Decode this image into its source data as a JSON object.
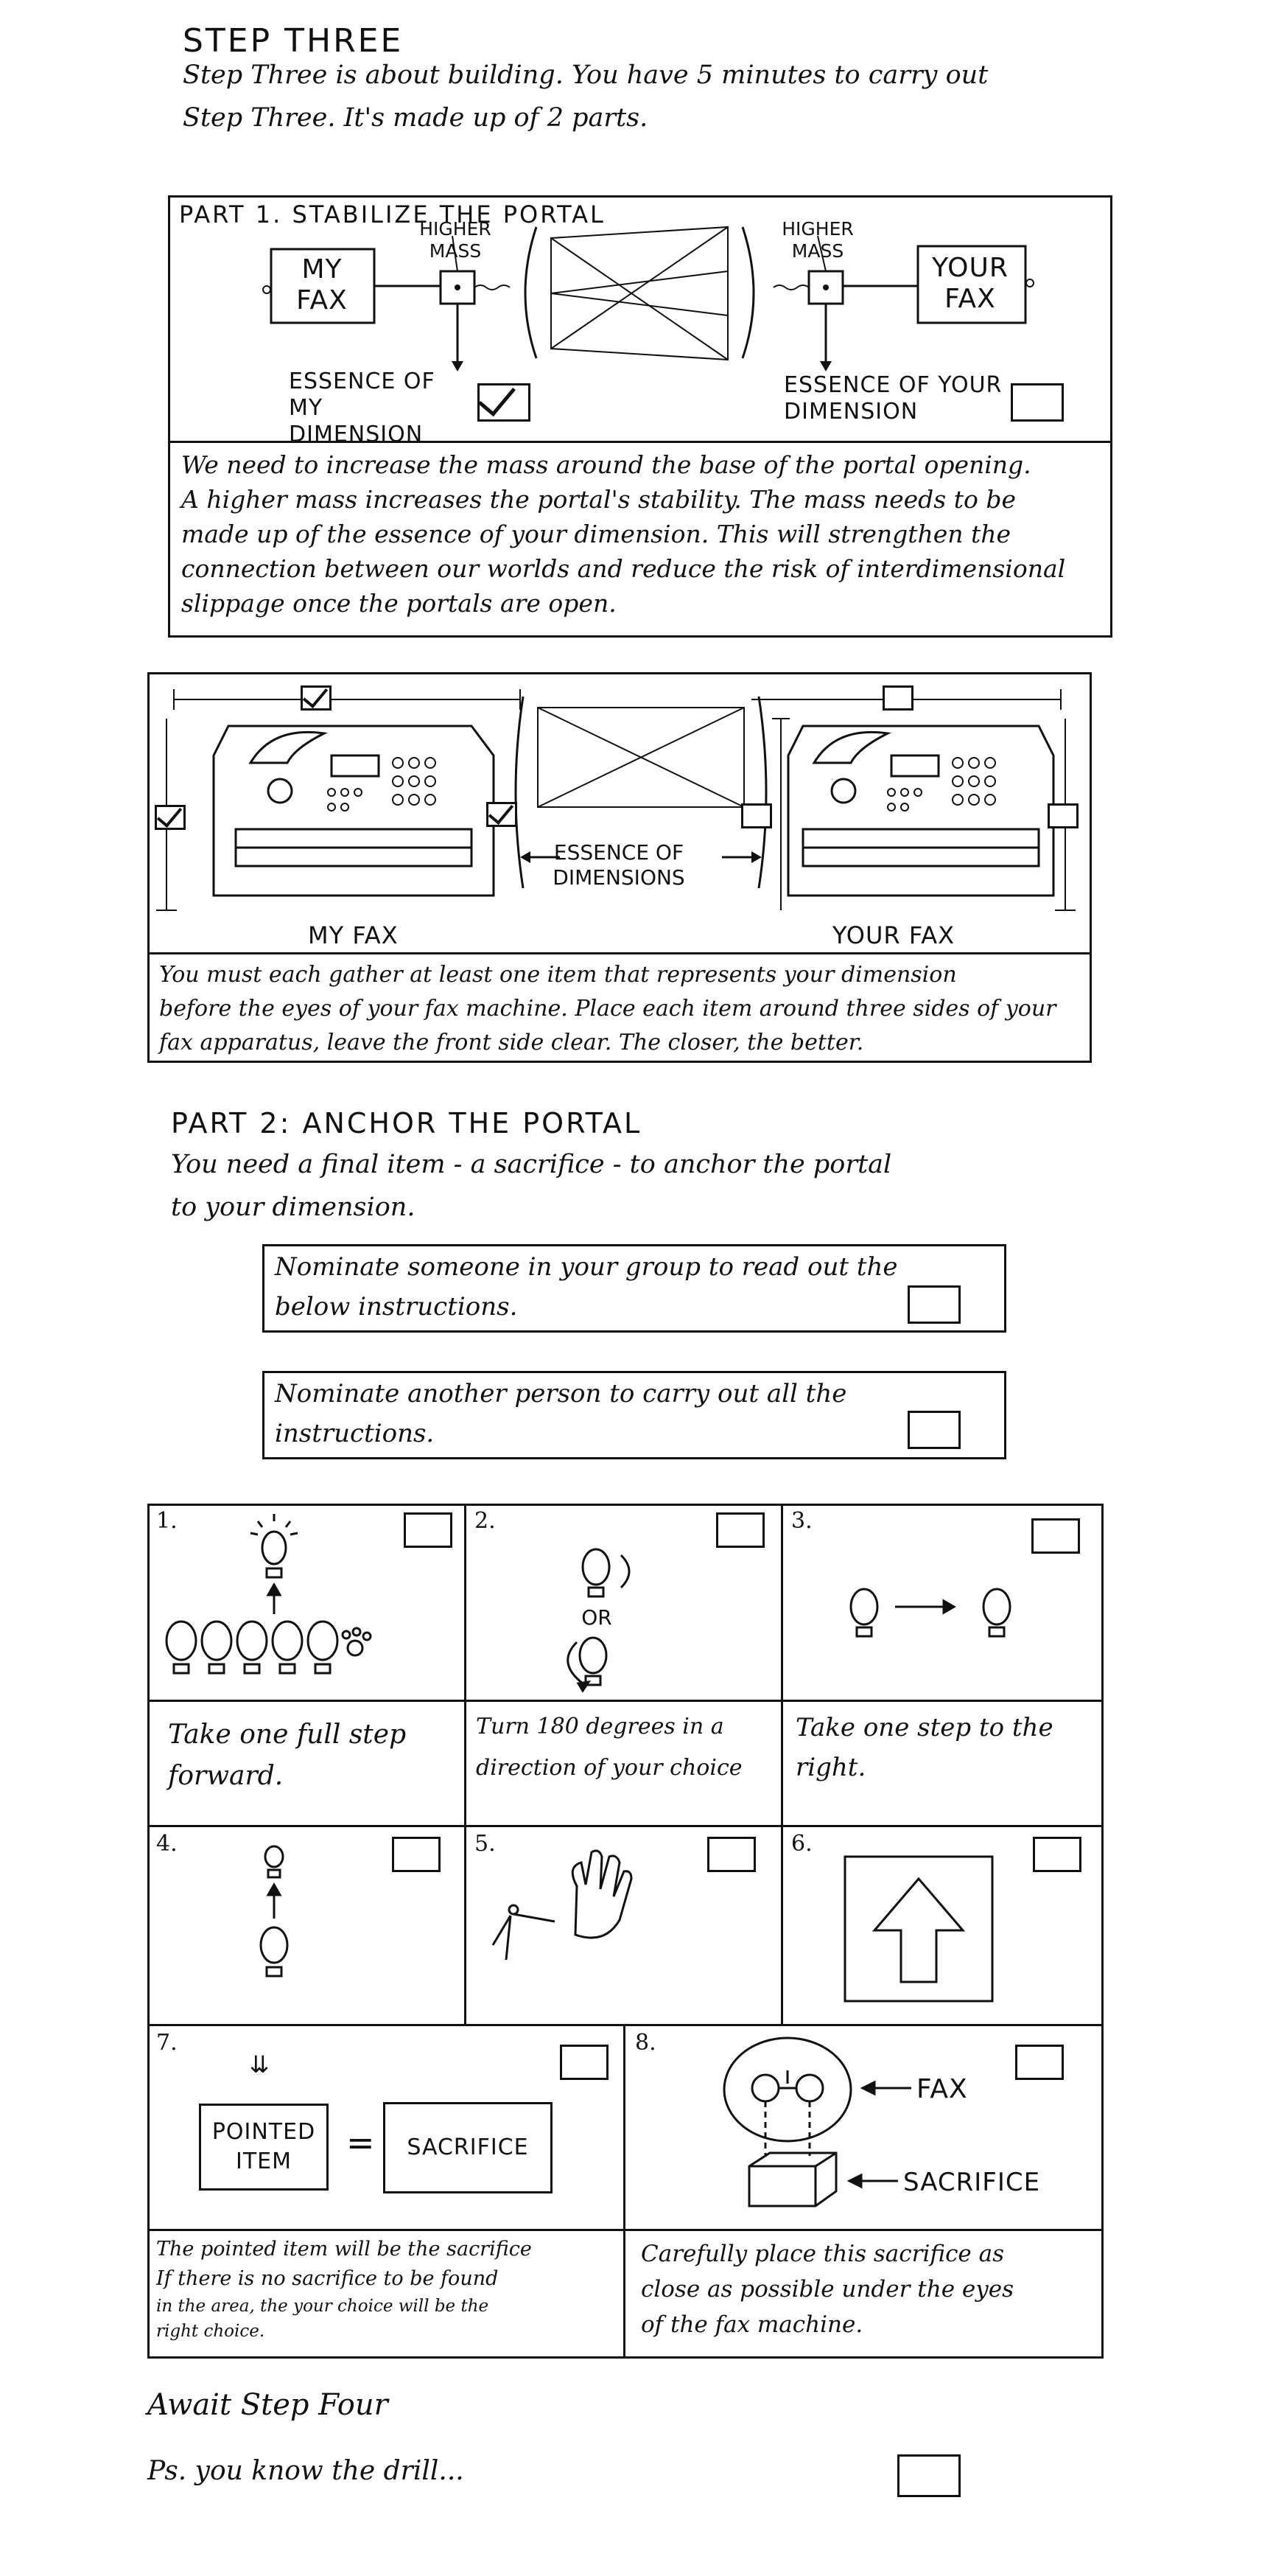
{
  "header": {
    "title": "STEP THREE",
    "intro_line1": "Step Three is about building. You have 5 minutes to carry out",
    "intro_line2": "Step Three. It's made up of 2 parts."
  },
  "part1": {
    "title": "PART 1. STABILIZE THE PORTAL",
    "my_fax": "MY FAX",
    "your_fax": "YOUR FAX",
    "higher_mass": "HIGHER MASS",
    "essence_mine": "ESSENCE OF MY DIMENSION",
    "essence_yours": "ESSENCE OF YOUR DIMENSION",
    "explanation": [
      "We need to increase the mass around the base of the portal opening.",
      "A higher mass increases the portal's stability. The mass needs to be",
      "made up of the essence of your dimension. This will strengthen the",
      "connection between our worlds and reduce the risk of interdimensional",
      "slippage once the portals are open."
    ]
  },
  "fax_diagram": {
    "essence_dimensions": "ESSENCE OF DIMENSIONS",
    "my_fax": "MY FAX",
    "your_fax": "YOUR FAX",
    "instructions": [
      "You must each gather at least one item that represents your dimension",
      "before the eyes of your fax machine. Place each item around three sides of your",
      "fax apparatus, leave the front side clear. The closer, the better."
    ]
  },
  "part2": {
    "title": "PART 2: ANCHOR THE PORTAL",
    "intro_line1": "You need a final item - a sacrifice - to anchor the portal",
    "intro_line2": "to your dimension.",
    "nominate1_line1": "Nominate someone in your group to read out the",
    "nominate1_line2": "below instructions.",
    "nominate2_line1": "Nominate another person to carry out all the",
    "nominate2_line2": "instructions."
  },
  "steps": [
    {
      "num": "1.",
      "text_line1": "Take one full step",
      "text_line2": "forward."
    },
    {
      "num": "2.",
      "text_line1": "Turn 180 degrees in a",
      "text_line2": "direction of your choice",
      "or": "OR"
    },
    {
      "num": "3.",
      "text_line1": "Take one step to the",
      "text_line2": "right."
    },
    {
      "num": "4."
    },
    {
      "num": "5."
    },
    {
      "num": "6."
    },
    {
      "num": "7.",
      "pointed_item": "POINTED ITEM",
      "equals": "=",
      "sacrifice": "SACRIFICE",
      "text": [
        "The pointed item will be the sacrifice",
        "If there is no sacrifice to be found",
        "in the area, the your choice will be the",
        "right choice."
      ]
    },
    {
      "num": "8.",
      "fax": "FAX",
      "sacrifice": "SACRIFICE",
      "text": [
        "Carefully place this sacrifice as",
        "close as possible under the eyes",
        "of the fax machine."
      ]
    }
  ],
  "footer": {
    "await": "Await Step Four",
    "ps": "Ps. you know the drill..."
  }
}
